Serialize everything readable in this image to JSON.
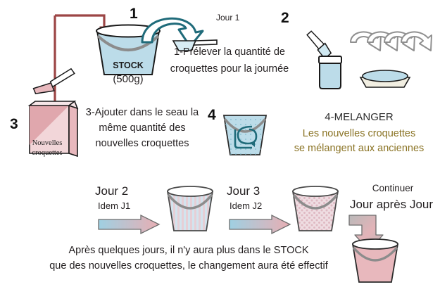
{
  "title": "Transition alimentaire croquettes - schema",
  "steps": [
    {
      "number": "1",
      "label": "1-Prélever la quantité de\ncroquettes pour la journée"
    },
    {
      "number": "2",
      "label": ""
    },
    {
      "number": "3",
      "label": "3-Ajouter dans le seau la\nmême quantité des\nnouvelles croquettes"
    },
    {
      "number": "4",
      "label": "4-MELANGER"
    }
  ],
  "step1": {
    "number": "1",
    "line1": "1-Prélever la quantité de",
    "line2": "croquettes pour la journée",
    "day_label": "Jour 1"
  },
  "step2": {
    "number": "2"
  },
  "step3": {
    "number": "3",
    "line1": "3-Ajouter dans le seau la",
    "line2": "même quantité des",
    "line3": "nouvelles croquettes",
    "bag_line1": "Nouvelles",
    "bag_line2": "croquettes"
  },
  "step4": {
    "number": "4",
    "heading": "4-MELANGER",
    "line1": "Les nouvelles croquettes",
    "line2": "se mélangent aux anciennes"
  },
  "stock_bucket": {
    "label": "STOCK",
    "weight": "(500g)"
  },
  "timeline": {
    "day2": {
      "title": "Jour 2",
      "sub": "Idem J1"
    },
    "day3": {
      "title": "Jour 3",
      "sub": "Idem J2"
    },
    "continue": {
      "line1": "Continuer",
      "line2": "Jour après Jour"
    }
  },
  "conclusion": {
    "line1": "Après quelques jours, il n'y aura plus dans le STOCK",
    "line2": "que des nouvelles croquettes, le changement aura été effectif"
  },
  "colors": {
    "bucket_blue": "#bcdce9",
    "bucket_blue_light": "#cfe8f1",
    "outline": "#1a1a1a",
    "handle_gray": "#8c8c8c",
    "teal_arrow": "#1f6b7a",
    "pipe_red": "#9c4545",
    "pink": "#e8b8bd",
    "pink_light": "#f0d0d4",
    "olive_text": "#8a7324",
    "gray_arrow": "#9a9a9a",
    "bowl_cream": "#f2efe2"
  }
}
